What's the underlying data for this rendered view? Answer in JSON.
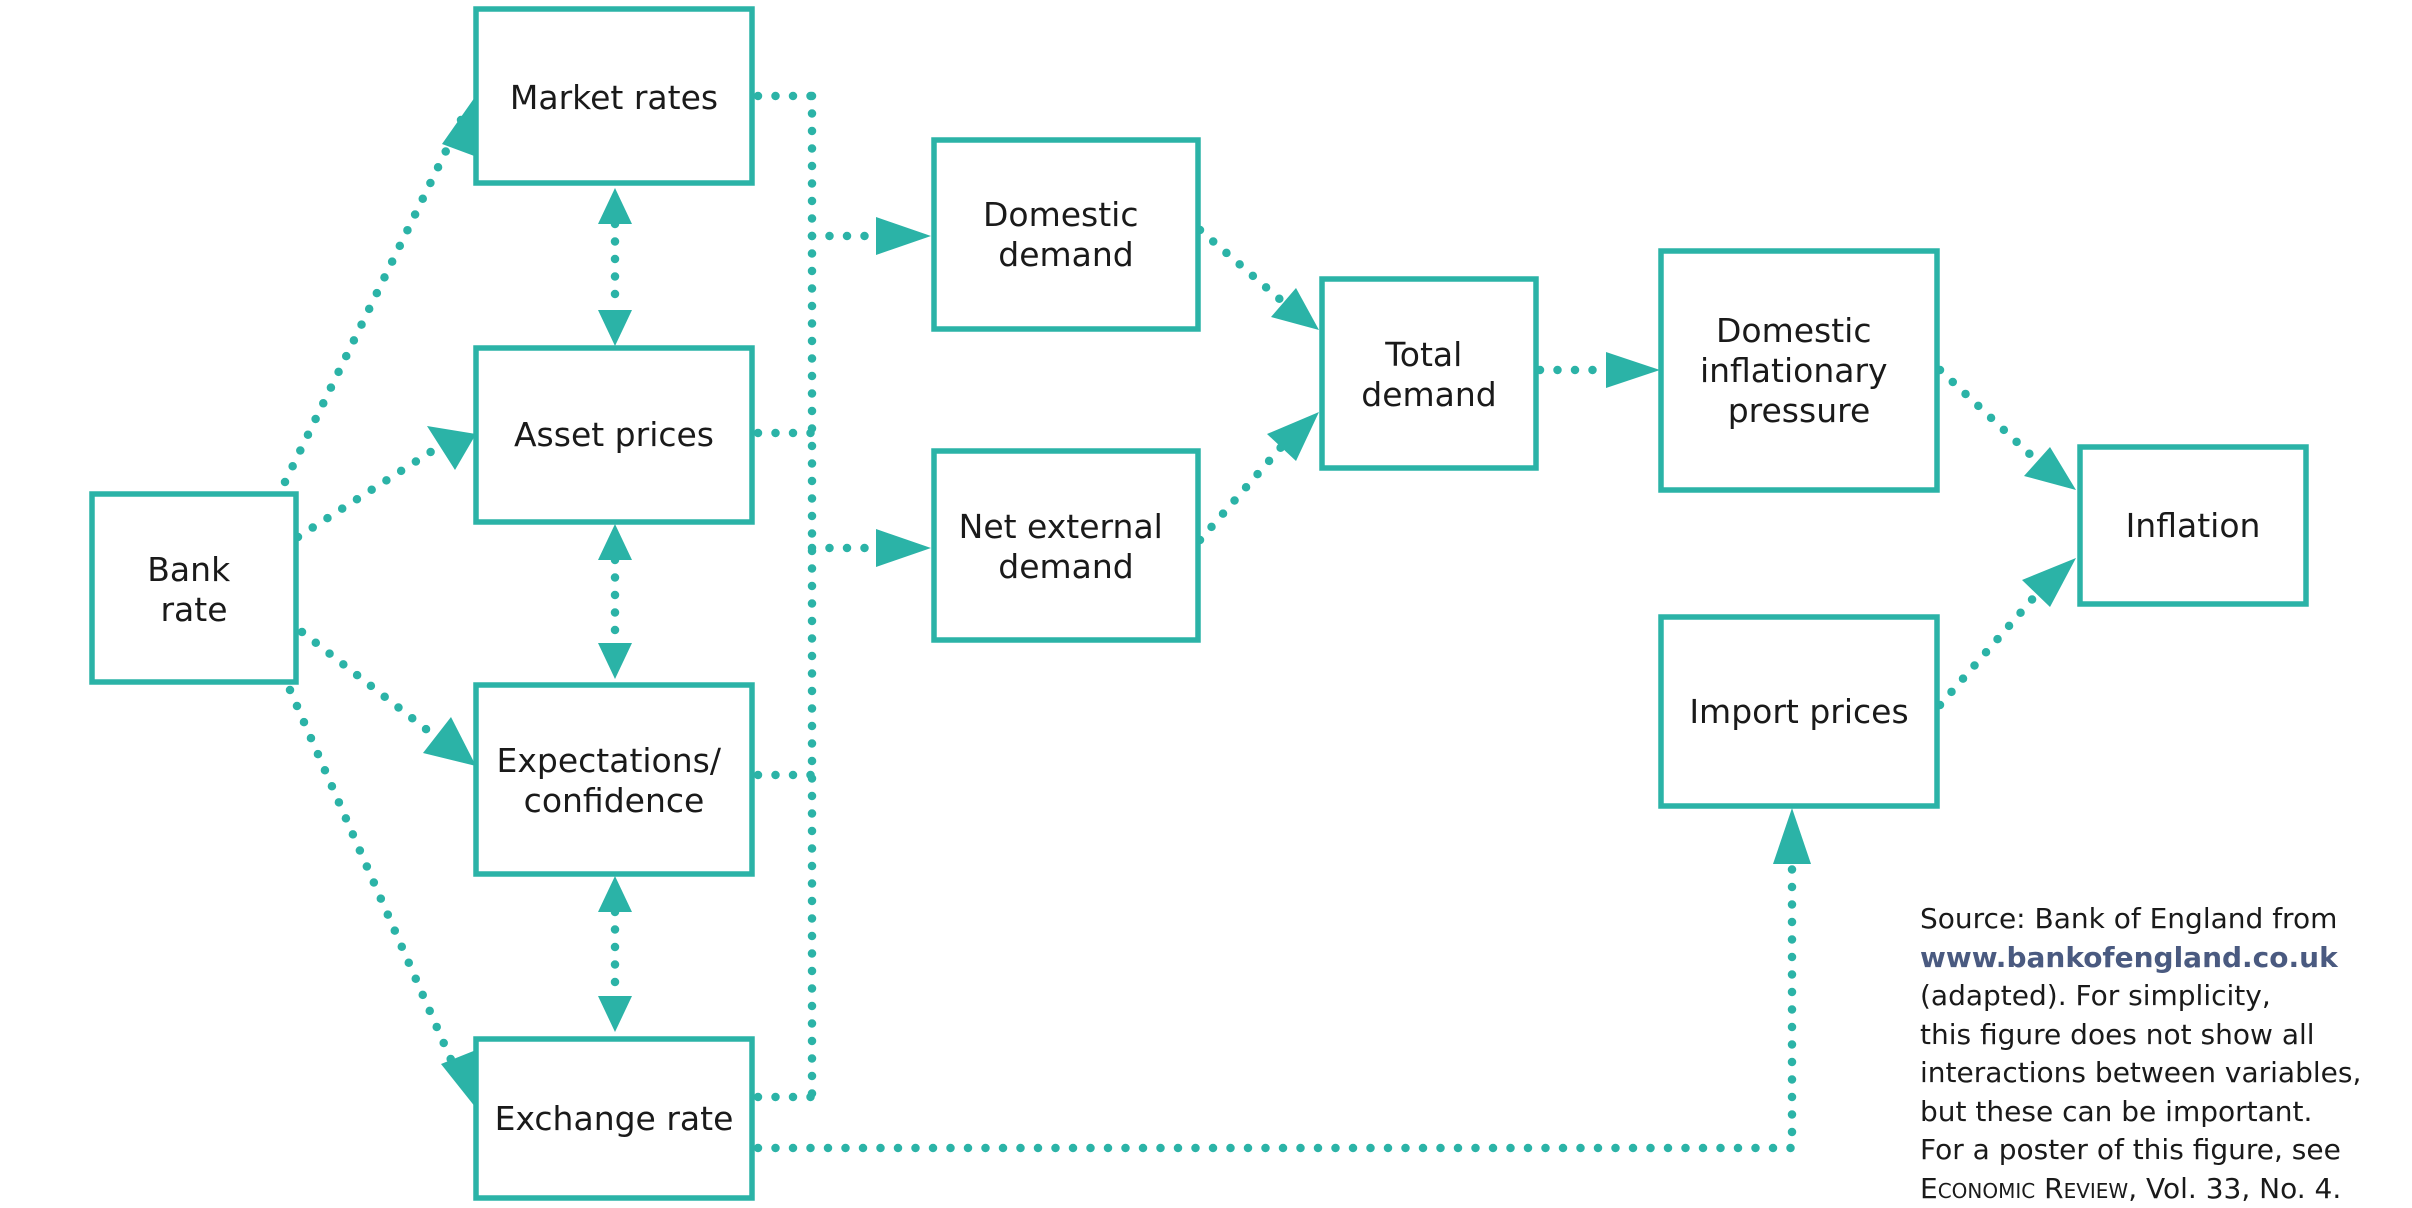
{
  "nodes": {
    "bank_rate": [
      "Bank",
      "rate"
    ],
    "market_rates": [
      "Market rates"
    ],
    "asset_prices": [
      "Asset prices"
    ],
    "expectations": [
      "Expectations/",
      "confidence"
    ],
    "exchange_rate": [
      "Exchange rate"
    ],
    "domestic_demand": [
      "Domestic",
      "demand"
    ],
    "net_external_demand": [
      "Net external",
      "demand"
    ],
    "total_demand": [
      "Total",
      "demand"
    ],
    "domestic_inflationary_pressure": [
      "Domestic",
      "inflationary",
      "pressure"
    ],
    "import_prices": [
      "Import prices"
    ],
    "inflation": [
      "Inflation"
    ]
  },
  "source_note": {
    "line1": "Source: Bank of England from",
    "link": "www.bankofengland.co.uk",
    "line3": "(adapted). For simplicity,",
    "line4": "this figure does not show all",
    "line5": "interactions between variables,",
    "line6": "but these can be important.",
    "line7": "For a poster of this figure, see",
    "journal": "Economic Review",
    "citation": ", Vol. 33, No. 4."
  },
  "colors": {
    "accent": "#2bb3a7",
    "link": "#4a5a80",
    "text": "#1a1a1a"
  }
}
